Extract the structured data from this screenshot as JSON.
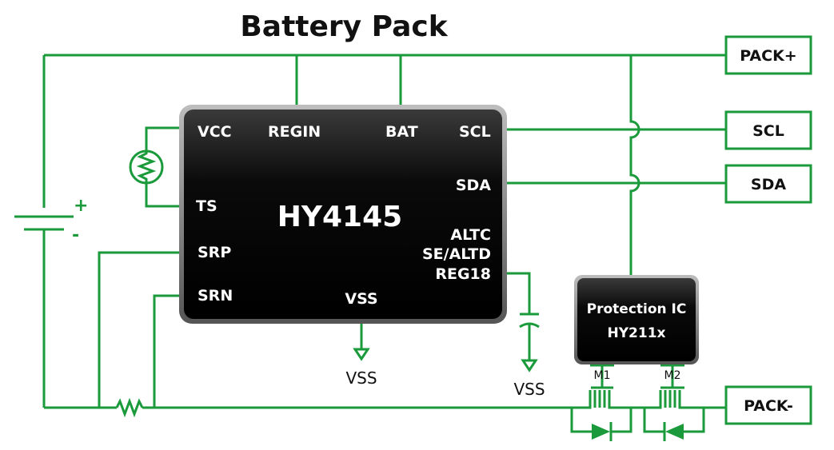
{
  "title": "Battery Pack",
  "main_chip": {
    "name": "HY4145",
    "pins": {
      "vcc": "VCC",
      "regin": "REGIN",
      "bat": "BAT",
      "scl": "SCL",
      "sda": "SDA",
      "ts": "TS",
      "altc": "ALTC",
      "se_altd": "SE/ALTD",
      "reg18": "REG18",
      "srp": "SRP",
      "srn": "SRN",
      "vss": "VSS"
    }
  },
  "protection_ic": {
    "line1": "Protection IC",
    "line2": "HY211x"
  },
  "connectors": {
    "pack_plus": "PACK+",
    "scl": "SCL",
    "sda": "SDA",
    "pack_minus": "PACK-"
  },
  "grounds": {
    "vss_1": "VSS",
    "vss_2": "VSS"
  },
  "mosfets": {
    "m1": "M1",
    "m2": "M2"
  },
  "battery": {
    "plus": "+",
    "minus": "-"
  },
  "colors": {
    "wire": "#1a9a3a",
    "chip": "#000000",
    "text": "#111111"
  }
}
